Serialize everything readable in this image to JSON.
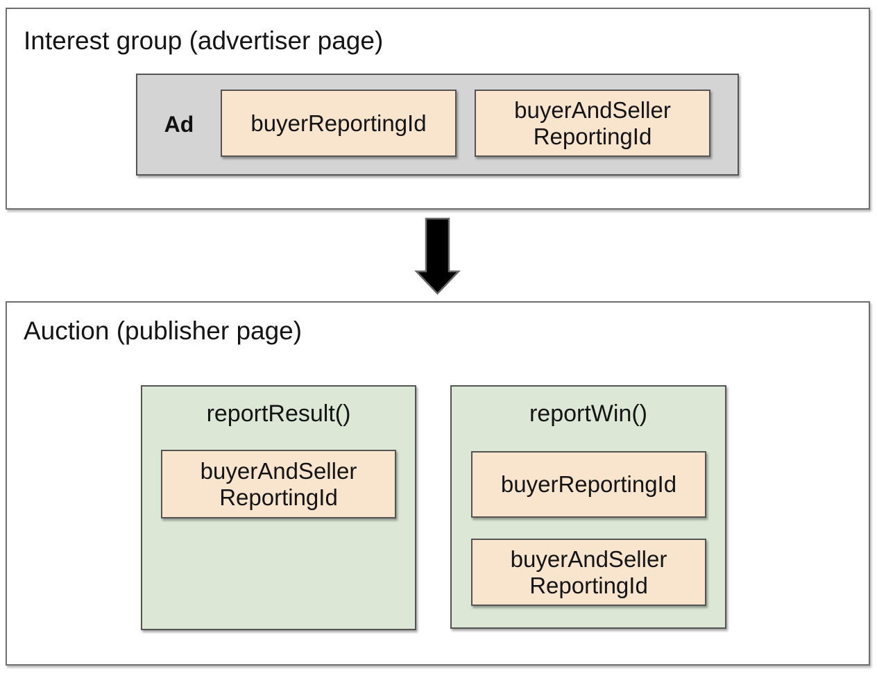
{
  "palette": {
    "chip_bg": "#F9E4CE",
    "ad_bg": "#D4D4D4",
    "function_bg": "#DCE8D5",
    "box_border": "#545454",
    "frame_border": "#6E6E6E",
    "arrow_fill": "#000000",
    "text": "#141414"
  },
  "interest_group": {
    "title": "Interest group (advertiser page)",
    "ad": {
      "label": "Ad",
      "chips": [
        "buyerReportingId",
        "buyerAndSeller\nReportingId"
      ]
    }
  },
  "arrow": {
    "icon": "down-arrow-icon"
  },
  "auction": {
    "title": "Auction (publisher page)",
    "functions": [
      {
        "name": "reportResult()",
        "chips": [
          "buyerAndSeller\nReportingId"
        ]
      },
      {
        "name": "reportWin()",
        "chips": [
          "buyerReportingId",
          "buyerAndSeller\nReportingId"
        ]
      }
    ]
  }
}
